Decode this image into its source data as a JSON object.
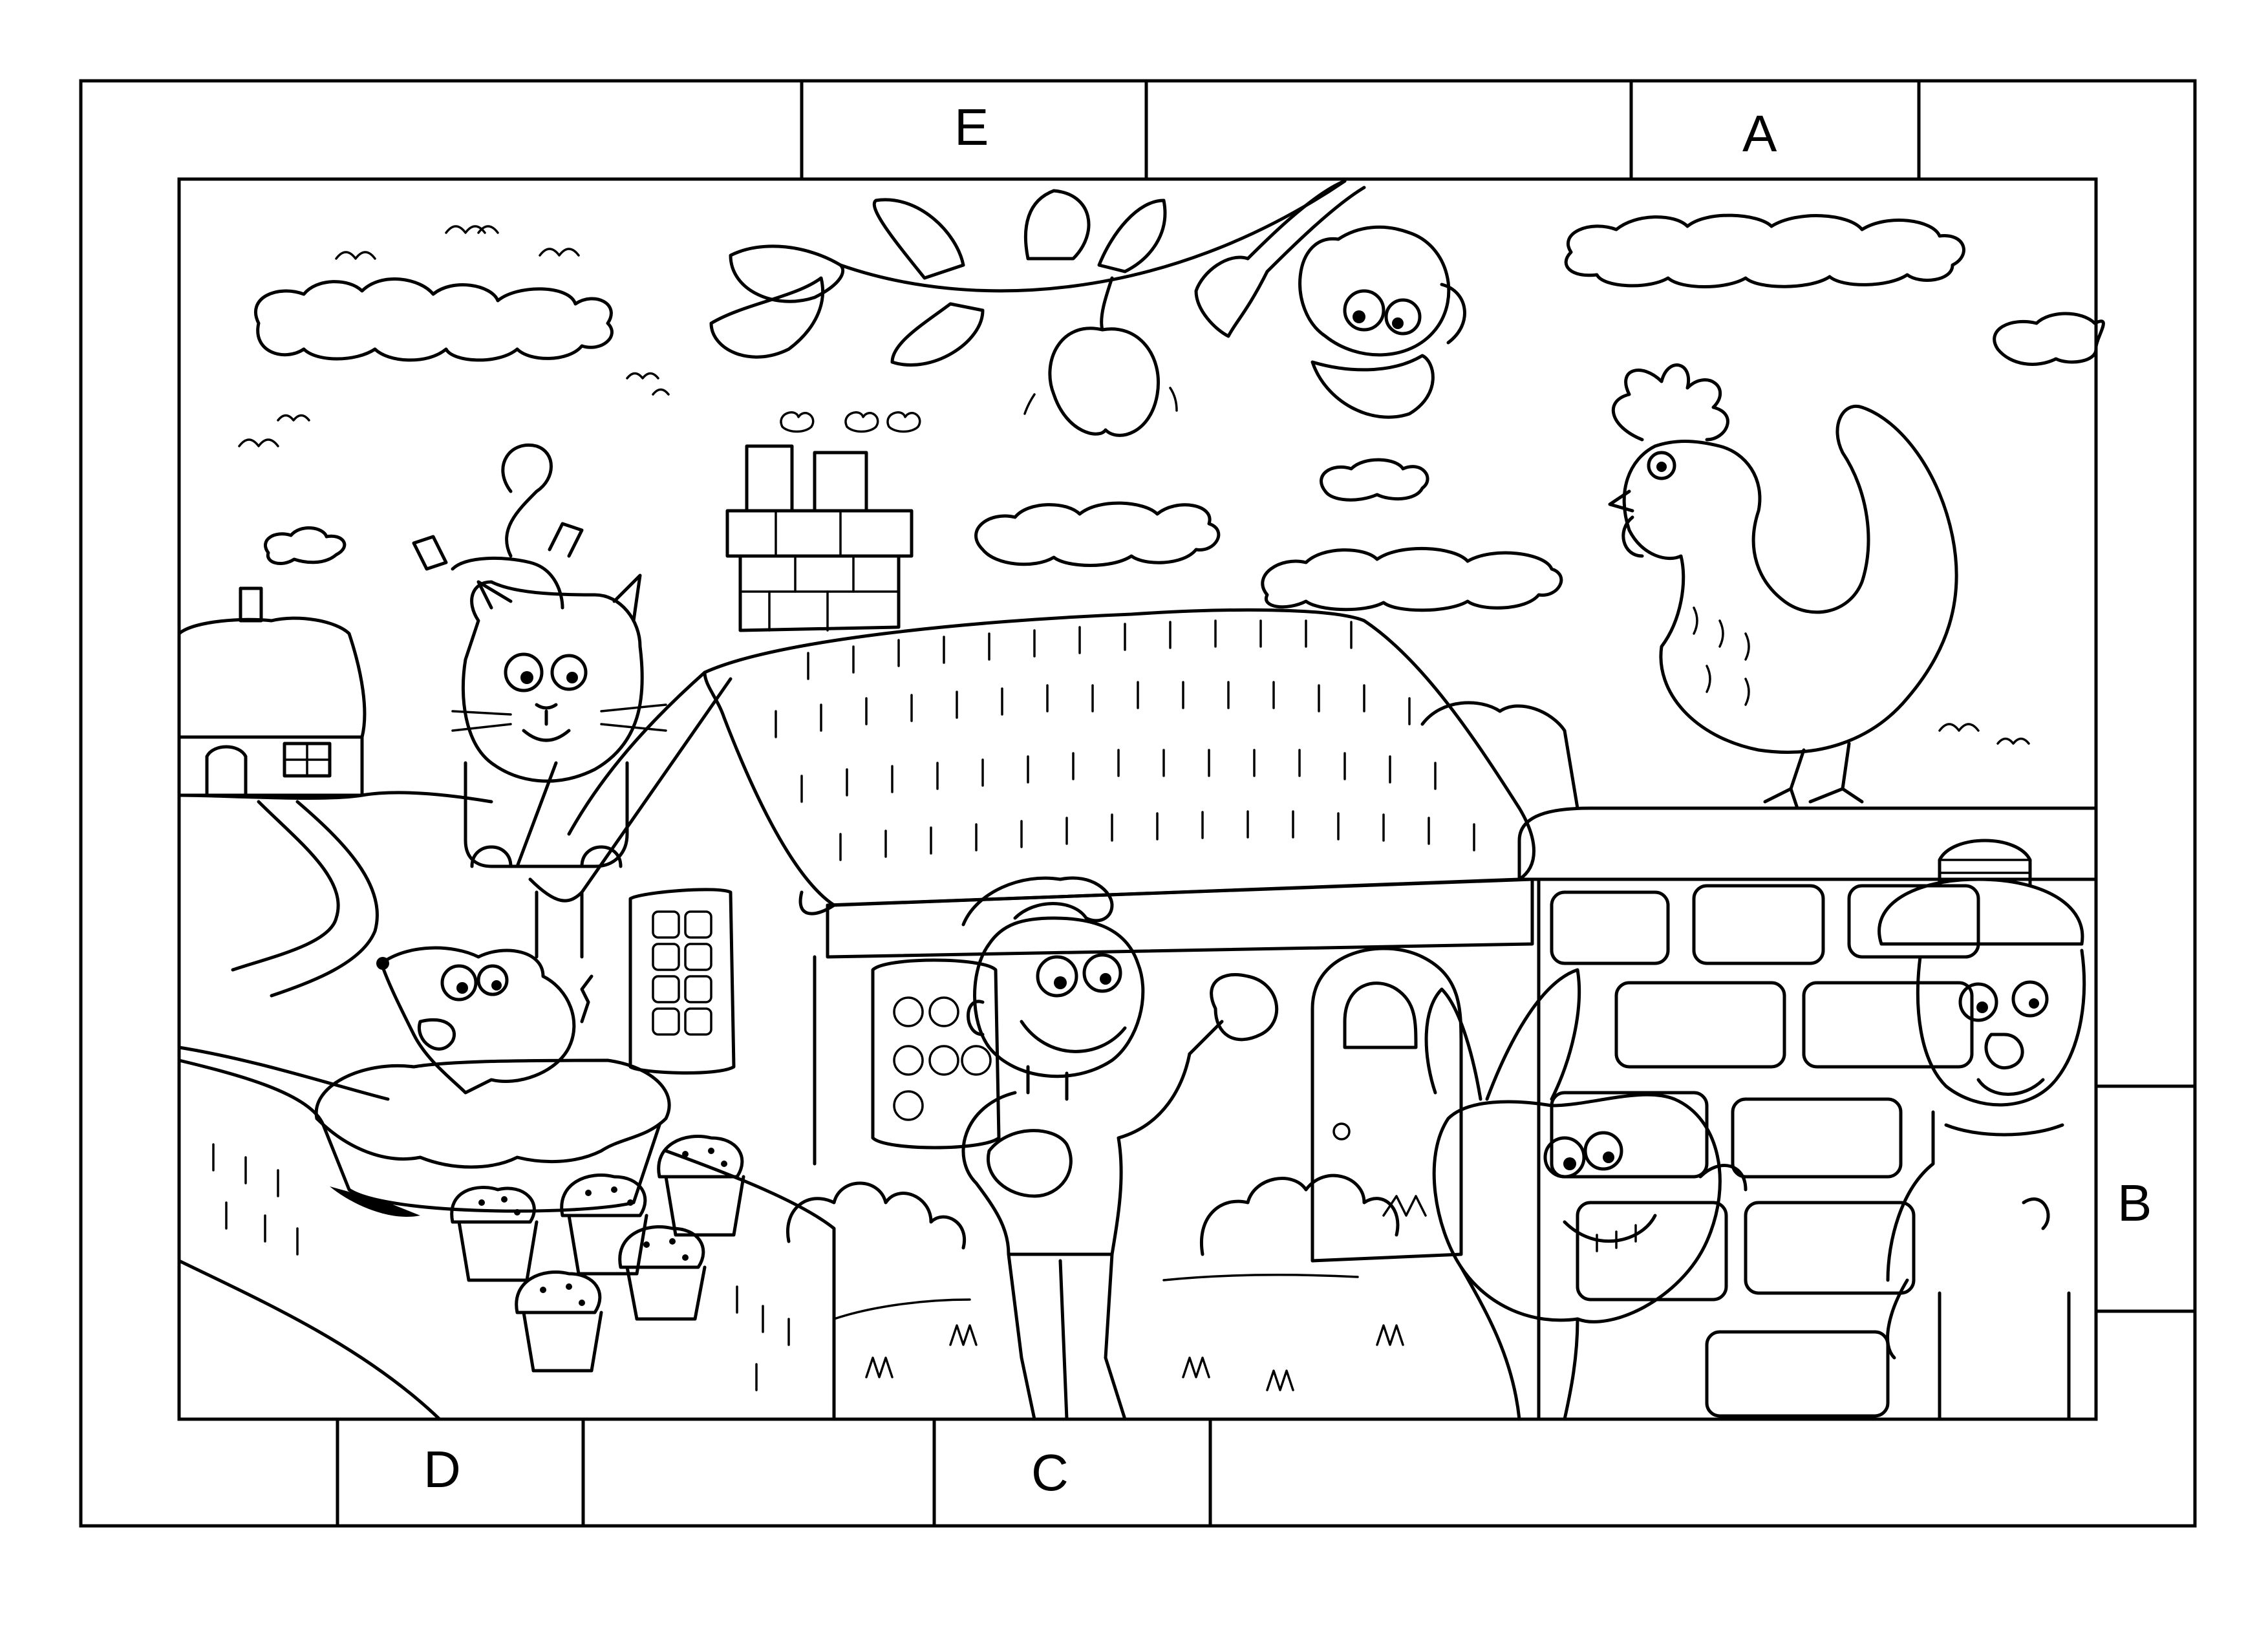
{
  "worksheet": {
    "frame_labels": {
      "a": "A",
      "b": "B",
      "c": "C",
      "d": "D",
      "e": "E"
    }
  },
  "scene": {
    "elements": [
      "cottage",
      "small-cottage",
      "chimney",
      "cat",
      "mouse",
      "pie",
      "muffins",
      "boy-with-ball",
      "donkey",
      "man-with-hat",
      "rooster",
      "stone-wall",
      "monkey",
      "apple-branch",
      "clouds",
      "birds",
      "bushes"
    ]
  },
  "style": {
    "ink_color": "#000000",
    "paper_color": "#ffffff"
  }
}
